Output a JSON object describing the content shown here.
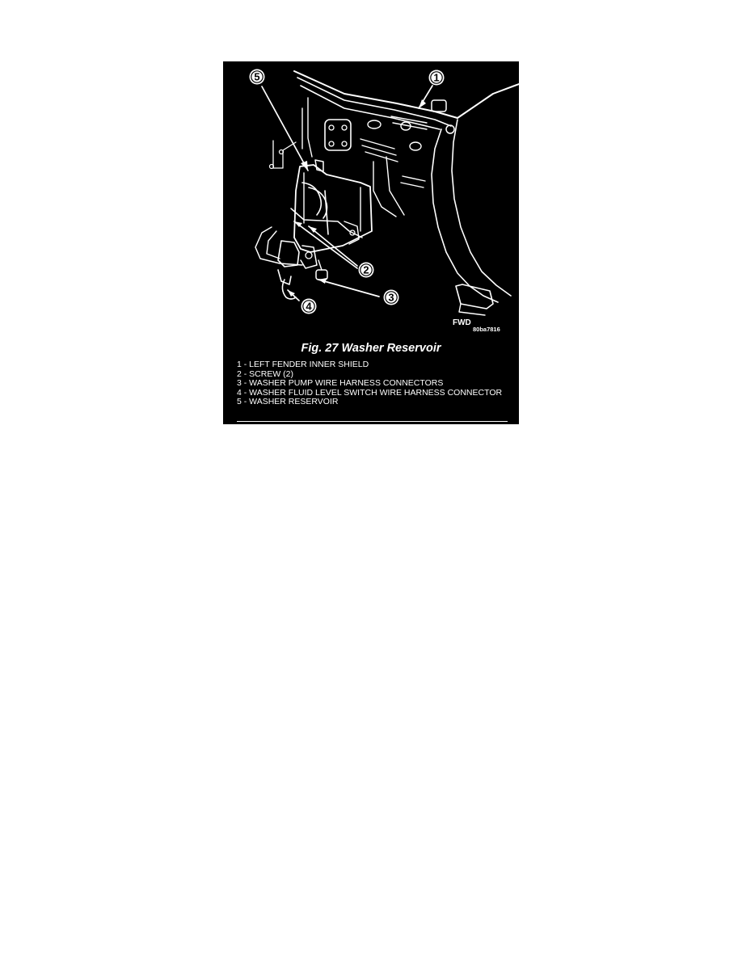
{
  "figure": {
    "title": "Fig. 27 Washer Reservoir",
    "image_code": "80ba7816",
    "direction_label": "FWD",
    "callouts": [
      "1",
      "2",
      "3",
      "4",
      "5"
    ],
    "legend": [
      "1 - LEFT FENDER INNER SHIELD",
      "2 - SCREW (2)",
      "3 - WASHER PUMP WIRE HARNESS CONNECTORS",
      "4 - WASHER FLUID LEVEL SWITCH WIRE HARNESS CONNECTOR",
      "5 - WASHER RESERVOIR"
    ],
    "colors": {
      "panel": "#000000",
      "ink": "#ffffff"
    }
  }
}
